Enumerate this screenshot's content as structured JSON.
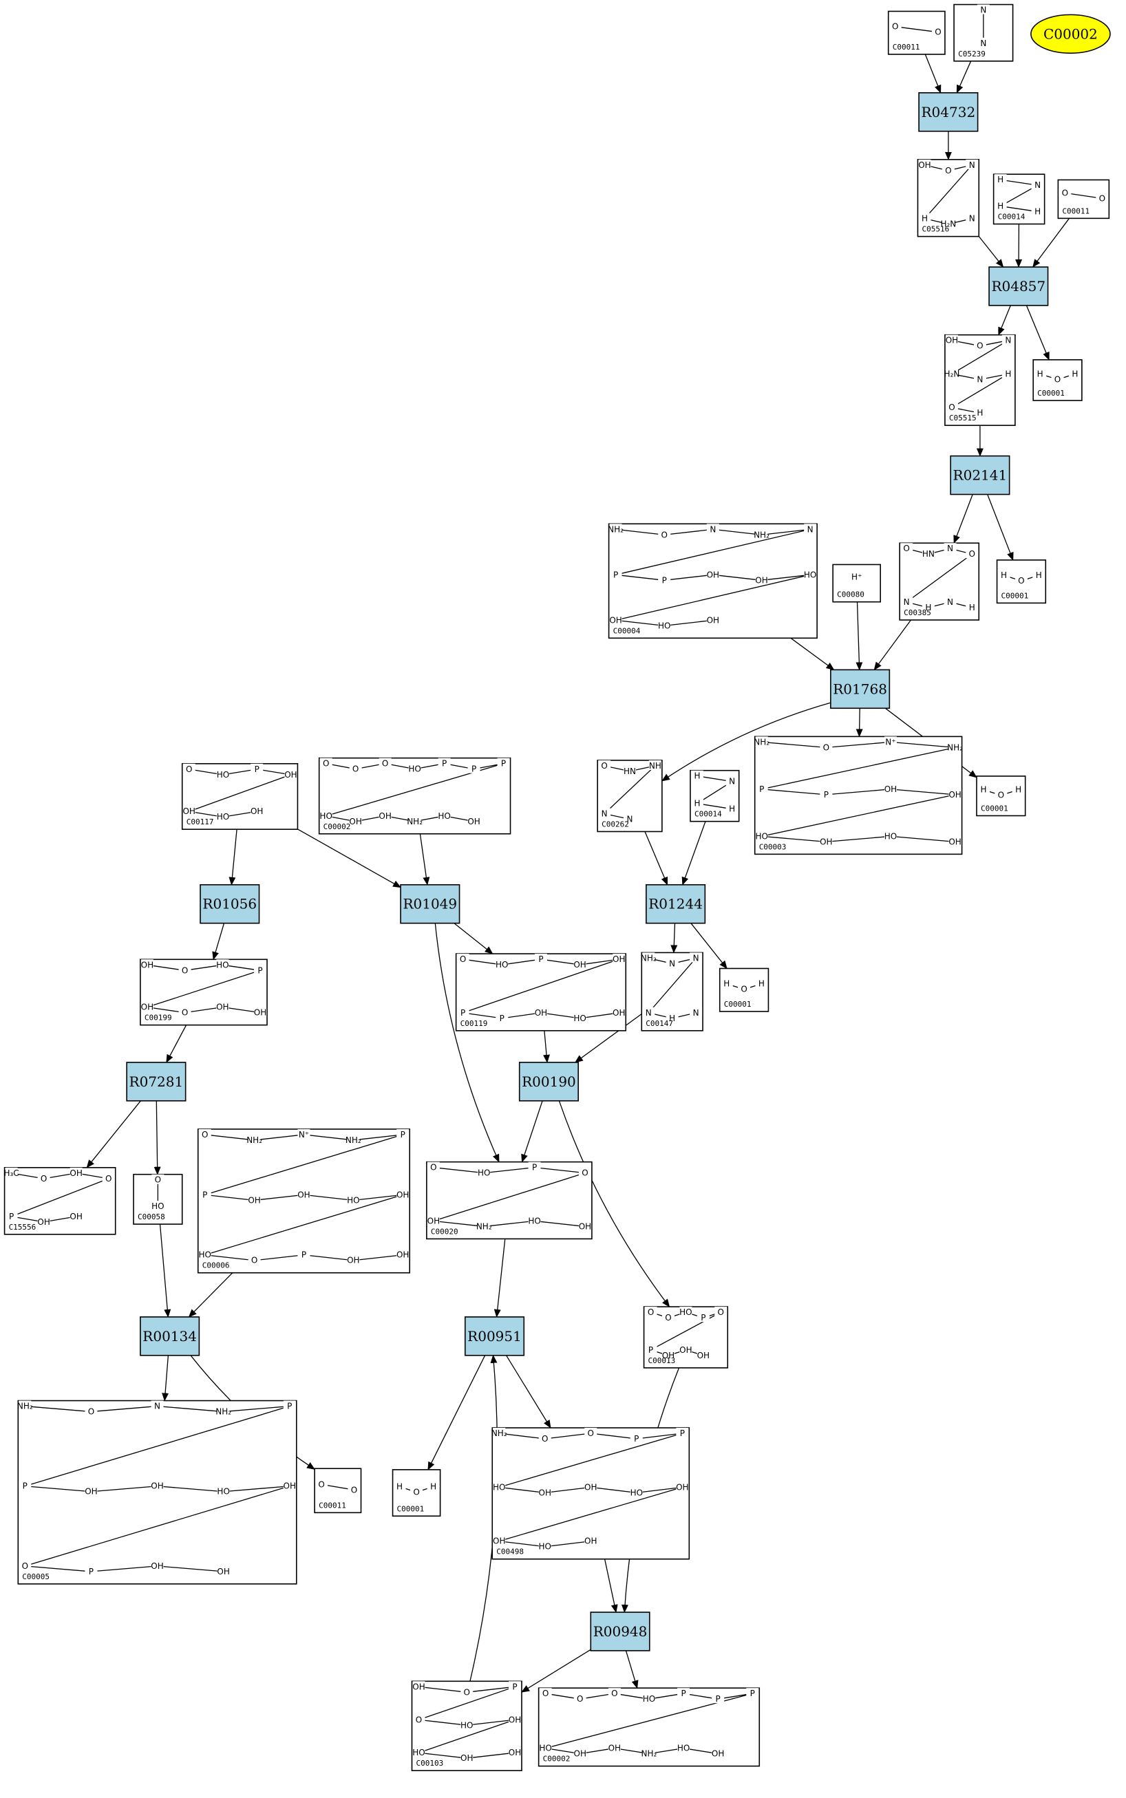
{
  "highlight_node": {
    "label": "C00002",
    "color": "#ffff00"
  },
  "reactions": [
    {
      "id": "R04732"
    },
    {
      "id": "R04857"
    },
    {
      "id": "R02141"
    },
    {
      "id": "R01768"
    },
    {
      "id": "R01056"
    },
    {
      "id": "R01049"
    },
    {
      "id": "R01244"
    },
    {
      "id": "R07281"
    },
    {
      "id": "R00190"
    },
    {
      "id": "R00134"
    },
    {
      "id": "R00951"
    },
    {
      "id": "R00948"
    }
  ],
  "compounds": [
    {
      "id": "C00011",
      "atoms": [
        "O",
        "O"
      ]
    },
    {
      "id": "C05239",
      "atoms": [
        "N",
        "N"
      ]
    },
    {
      "id": "C05516",
      "atoms": [
        "OH",
        "O",
        "N",
        "H",
        "H₂N",
        "N"
      ]
    },
    {
      "id": "C00014",
      "atoms": [
        "H",
        "N",
        "H",
        "H"
      ]
    },
    {
      "id": "C00011",
      "atoms": [
        "O",
        "O"
      ]
    },
    {
      "id": "C05515",
      "atoms": [
        "OH",
        "O",
        "N",
        "H₂N",
        "N",
        "H",
        "O",
        "H"
      ]
    },
    {
      "id": "C00001",
      "atoms": [
        "H",
        "O",
        "H"
      ]
    },
    {
      "id": "C00004",
      "atoms": [
        "NH₂",
        "O",
        "N",
        "NH₂",
        "N",
        "P",
        "P",
        "OH",
        "OH",
        "HO",
        "OH",
        "HO",
        "OH"
      ]
    },
    {
      "id": "C00080",
      "atoms": [
        "H⁺"
      ]
    },
    {
      "id": "C00385",
      "atoms": [
        "O",
        "HN",
        "N",
        "O",
        "N",
        "H",
        "N",
        "H"
      ]
    },
    {
      "id": "C00001",
      "atoms": [
        "H",
        "O",
        "H"
      ]
    },
    {
      "id": "C00117",
      "atoms": [
        "O",
        "HO",
        "P",
        "OH",
        "OH",
        "HO",
        "OH"
      ]
    },
    {
      "id": "C00002",
      "atoms": [
        "O",
        "O",
        "O",
        "HO",
        "P",
        "P",
        "P",
        "HO",
        "OH",
        "OH",
        "NH₂",
        "HO",
        "OH"
      ]
    },
    {
      "id": "C00262",
      "atoms": [
        "O",
        "HN",
        "NH",
        "N",
        "N"
      ]
    },
    {
      "id": "C00014",
      "atoms": [
        "H",
        "N",
        "H",
        "H"
      ]
    },
    {
      "id": "C00003",
      "atoms": [
        "NH₂",
        "O",
        "N⁺",
        "NH₂",
        "P",
        "P",
        "OH",
        "OH",
        "HO",
        "OH",
        "HO",
        "OH"
      ]
    },
    {
      "id": "C00001",
      "atoms": [
        "H",
        "O",
        "H"
      ]
    },
    {
      "id": "C00199",
      "atoms": [
        "OH",
        "O",
        "HO",
        "P",
        "OH",
        "O",
        "OH",
        "OH"
      ]
    },
    {
      "id": "C00119",
      "atoms": [
        "O",
        "HO",
        "P",
        "OH",
        "OH",
        "P",
        "P",
        "OH",
        "HO",
        "OH"
      ]
    },
    {
      "id": "C00147",
      "atoms": [
        "NH₂",
        "N",
        "N",
        "N",
        "H",
        "N"
      ]
    },
    {
      "id": "C00001",
      "atoms": [
        "H",
        "O",
        "H"
      ]
    },
    {
      "id": "C15556",
      "atoms": [
        "H₃C",
        "O",
        "OH",
        "O",
        "P",
        "OH",
        "OH"
      ]
    },
    {
      "id": "C00058",
      "atoms": [
        "O",
        "HO"
      ]
    },
    {
      "id": "C00006",
      "atoms": [
        "O",
        "NH₂",
        "N⁺",
        "NH₂",
        "P",
        "P",
        "OH",
        "OH",
        "HO",
        "OH",
        "HO",
        "O",
        "P",
        "OH",
        "OH"
      ]
    },
    {
      "id": "C00020",
      "atoms": [
        "O",
        "HO",
        "P",
        "O",
        "OH",
        "NH₂",
        "HO",
        "OH"
      ]
    },
    {
      "id": "C00013",
      "atoms": [
        "O",
        "O",
        "HO",
        "P",
        "O",
        "P",
        "OH",
        "OH",
        "OH"
      ]
    },
    {
      "id": "C00005",
      "atoms": [
        "NH₂",
        "O",
        "N",
        "NH₂",
        "P",
        "P",
        "OH",
        "OH",
        "HO",
        "OH",
        "O",
        "P",
        "OH",
        "OH"
      ]
    },
    {
      "id": "C00011",
      "atoms": [
        "O",
        "O"
      ]
    },
    {
      "id": "C00001",
      "atoms": [
        "H",
        "O",
        "H"
      ]
    },
    {
      "id": "C00498",
      "atoms": [
        "NH₂",
        "O",
        "O",
        "P",
        "P",
        "HO",
        "OH",
        "OH",
        "HO",
        "OH",
        "OH",
        "HO",
        "OH"
      ]
    },
    {
      "id": "C00103",
      "atoms": [
        "OH",
        "O",
        "P",
        "O",
        "HO",
        "OH",
        "HO",
        "OH",
        "OH"
      ]
    },
    {
      "id": "C00002",
      "atoms": [
        "O",
        "O",
        "O",
        "HO",
        "P",
        "P",
        "P",
        "HO",
        "OH",
        "OH",
        "NH₂",
        "HO",
        "OH"
      ]
    }
  ]
}
